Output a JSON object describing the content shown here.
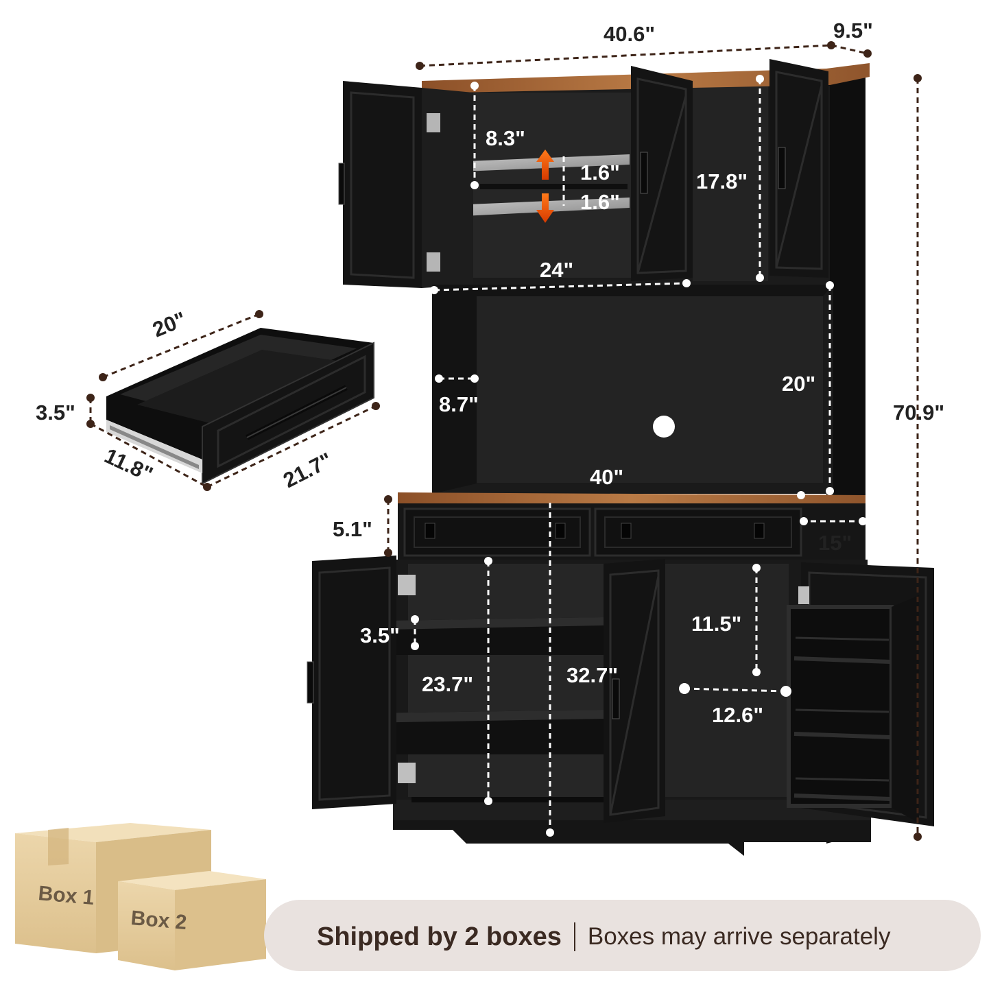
{
  "banner": {
    "title": "Shipped by 2 boxes",
    "subtitle": "Boxes may arrive separately"
  },
  "boxes": {
    "box1": "Box 1",
    "box2": "Box 2"
  },
  "dimensions": {
    "overall_width": "40.6\"",
    "overall_depth_top": "9.5\"",
    "overall_height": "70.9\"",
    "upper_shelf_height": "8.3\"",
    "shelf_adjust_1": "1.6\"",
    "shelf_adjust_2": "1.6\"",
    "upper_side_height": "17.8\"",
    "upper_inner_width": "24\"",
    "hutch_depth": "8.7\"",
    "hutch_height": "20\"",
    "hutch_width": "40\"",
    "drawer_row_height": "5.1\"",
    "base_depth": "15\"",
    "lower_pullout_height": "3.5\"",
    "lower_left_height": "23.7\"",
    "lower_total_height": "32.7\"",
    "lower_right_height": "11.5\"",
    "lower_right_width": "12.6\"",
    "drawer_length": "20\"",
    "drawer_height": "3.5\"",
    "drawer_depth": "11.8\"",
    "drawer_front_width": "21.7\""
  },
  "colors": {
    "cabinet": "#141414",
    "interior": "#1f1f1f",
    "wood_top": "#a9683a",
    "dimension_line": "#3d2418",
    "banner_bg": "#e9e2df",
    "cardboard": "#e3cc9e"
  }
}
